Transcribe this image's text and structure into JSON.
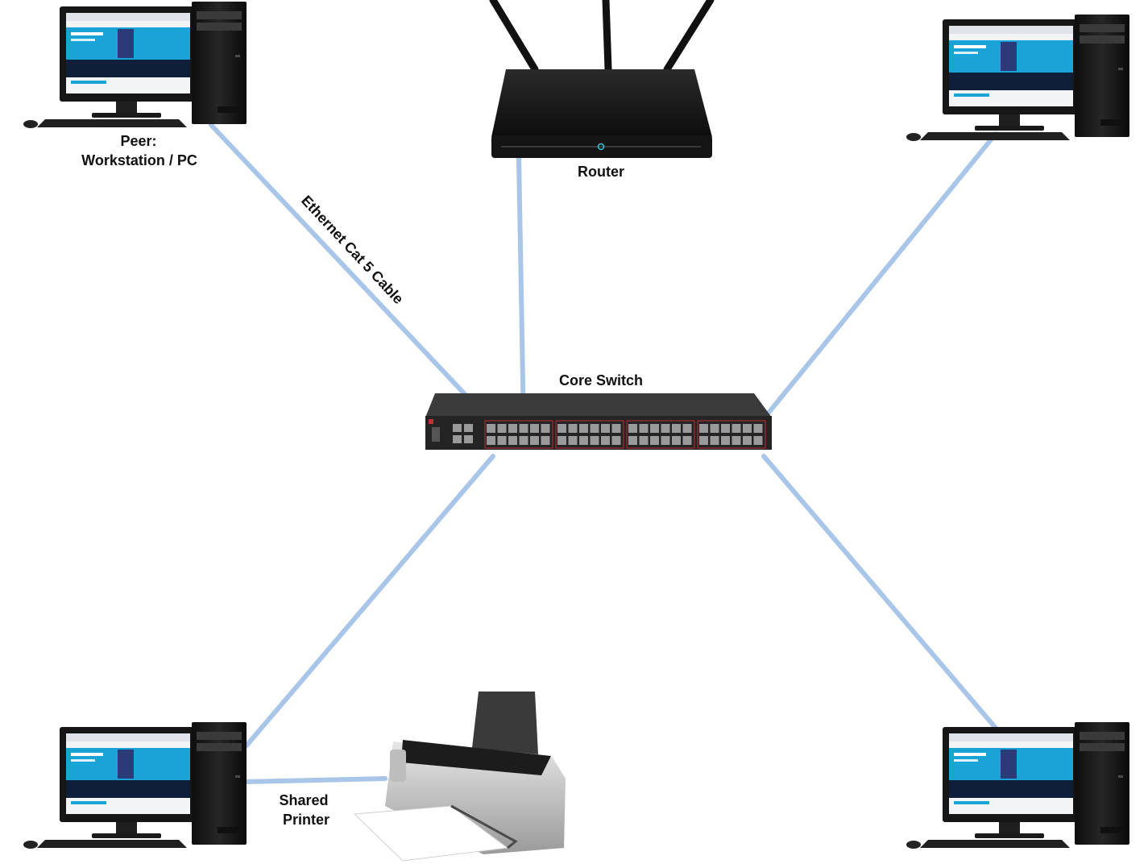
{
  "labels": {
    "peer_line1": "Peer:",
    "peer_line2": "Workstation / PC",
    "router": "Router",
    "cable": "Ethernet Cat 5 Cable",
    "core_switch": "Core Switch",
    "printer_line1": "Shared",
    "printer_line2": "Printer"
  },
  "colors": {
    "cable": "#a9c6e8",
    "cable_edge": "#8fb2dc",
    "device_dark": "#1b1b1b",
    "device_mid": "#2e2e2e",
    "screen_blue": "#1aa3d6",
    "port_red": "#c0303a"
  },
  "icons": {
    "workstation": "desktop-computer-icon",
    "router": "wifi-router-icon",
    "switch": "network-switch-icon",
    "printer": "inkjet-printer-icon"
  }
}
